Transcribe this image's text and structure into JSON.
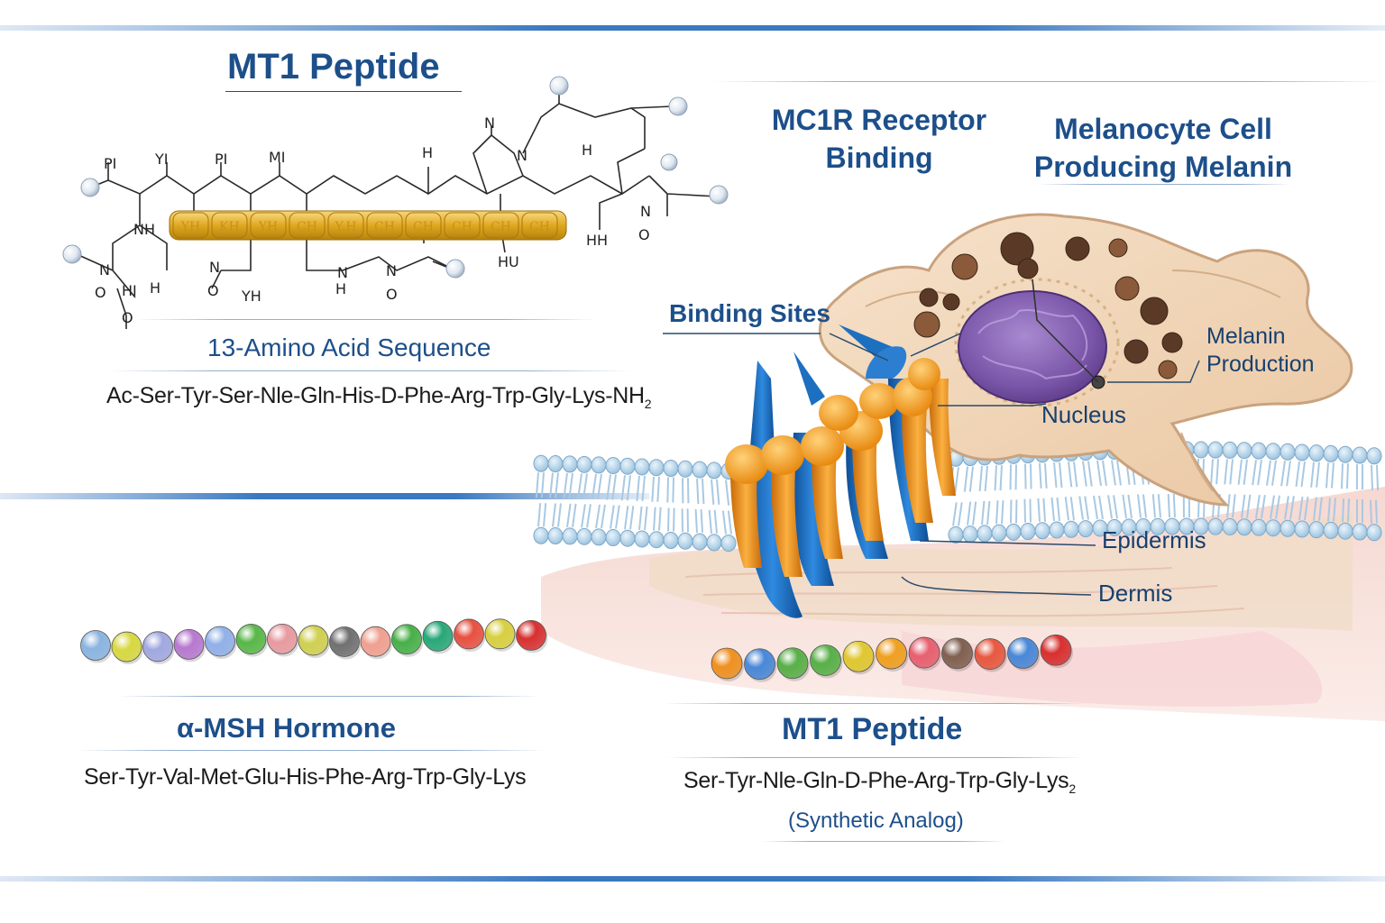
{
  "colors": {
    "title_blue": "#1d4f8a",
    "gold": "#e0a820",
    "receptor_blue": "#1d6fc0",
    "receptor_orange": "#f39a1e",
    "cell_tan": "#f3d9bd",
    "nucleus_purple": "#7a55a8"
  },
  "top_left": {
    "title": "MT1 Peptide",
    "structure_atoms": [
      "PI",
      "YI",
      "PI",
      "MI",
      "H",
      "N",
      "N",
      "H",
      "NH",
      "HH",
      "O",
      "O",
      "N",
      "O",
      "N",
      "N",
      "H",
      "N",
      "O",
      "N",
      "H",
      "HU",
      "YH",
      "HI",
      "O"
    ],
    "bead_labels": [
      "YH",
      "KH",
      "YH",
      "CH",
      "Y.H",
      "CH",
      "CH",
      "CH",
      "CH",
      "CH"
    ],
    "sequence_title": "13-Amino Acid Sequence",
    "sequence": "Ac-Ser-Tyr-Ser-Nle-Gln-His-D-Phe-Arg-Trp-Gly-Lys-NH",
    "sequence_sub": "2"
  },
  "receptor": {
    "title_line1": "MC1R Receptor",
    "title_line2": "Binding",
    "binding_sites": "Binding Sites"
  },
  "melanocyte": {
    "title_line1": "Melanocyte Cell",
    "title_line2": "Producing Melanin",
    "melanin_line1": "Melanin",
    "melanin_line2": "Production",
    "nucleus": "Nucleus",
    "epidermis": "Epidermis",
    "dermis": "Dermis"
  },
  "alpha_msh": {
    "bead_colors": [
      "#8ab4e0",
      "#d8d840",
      "#a0a8e0",
      "#b878d0",
      "#90b0e8",
      "#58b848",
      "#e89aa0",
      "#d0d050",
      "#707070",
      "#f0a090",
      "#48b048",
      "#28a878",
      "#e85040",
      "#d8d040",
      "#d83030"
    ],
    "title": "α-MSH Hormone",
    "sequence": "Ser-Tyr-Val-Met-Glu-His-Phe-Arg-Trp-Gly-Lys"
  },
  "mt1_bottom": {
    "bead_colors": [
      "#f09020",
      "#4888d8",
      "#58b048",
      "#58b048",
      "#e0c830",
      "#f0a020",
      "#e86070",
      "#806050",
      "#e85840",
      "#4888d8",
      "#d83030"
    ],
    "title": "MT1 Peptide",
    "sequence": "Ser-Tyr-Nle-Gln-D-Phe-Arg-Trp-Gly-Lys",
    "sequence_sub": "2",
    "note": "(Synthetic Analog)"
  }
}
